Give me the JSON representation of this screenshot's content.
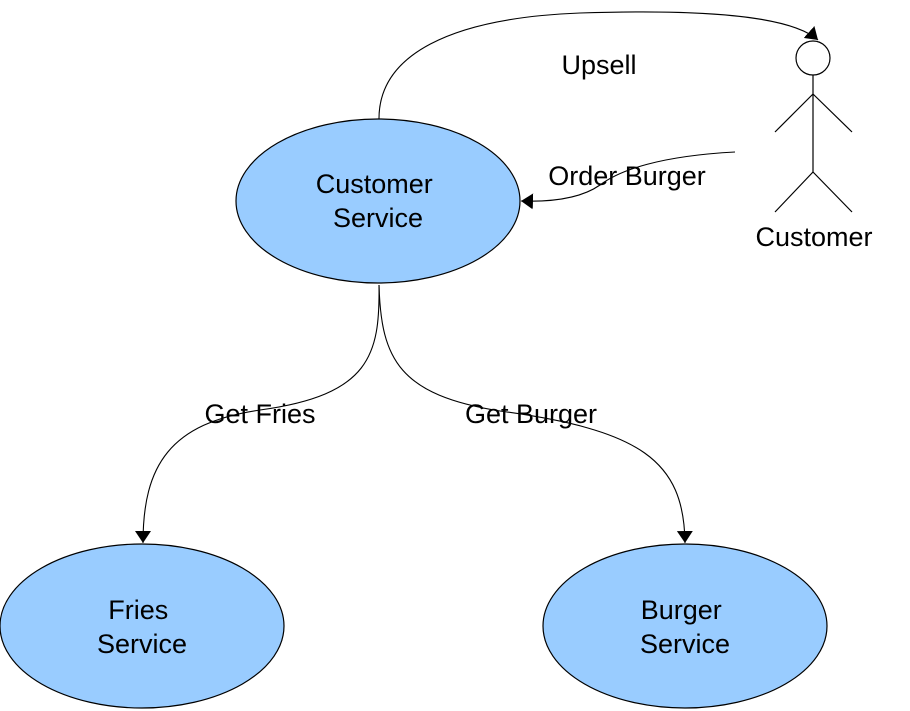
{
  "nodes": {
    "customer_service": {
      "lines": [
        "Customer",
        "Service"
      ]
    },
    "fries_service": {
      "lines": [
        "Fries",
        "Service"
      ]
    },
    "burger_service": {
      "lines": [
        "Burger",
        "Service"
      ]
    }
  },
  "actor": {
    "label": "Customer"
  },
  "edges": {
    "upsell": {
      "label": "Upsell",
      "from": "Customer Service",
      "to": "Customer"
    },
    "order_burger": {
      "label": "Order Burger",
      "from": "Customer",
      "to": "Customer Service"
    },
    "get_fries": {
      "label": "Get Fries",
      "from": "Customer Service",
      "to": "Fries Service"
    },
    "get_burger": {
      "label": "Get Burger",
      "from": "Customer Service",
      "to": "Burger Service"
    }
  },
  "colors": {
    "node_fill": "#99ccff",
    "stroke": "#000000",
    "background": "#ffffff"
  }
}
